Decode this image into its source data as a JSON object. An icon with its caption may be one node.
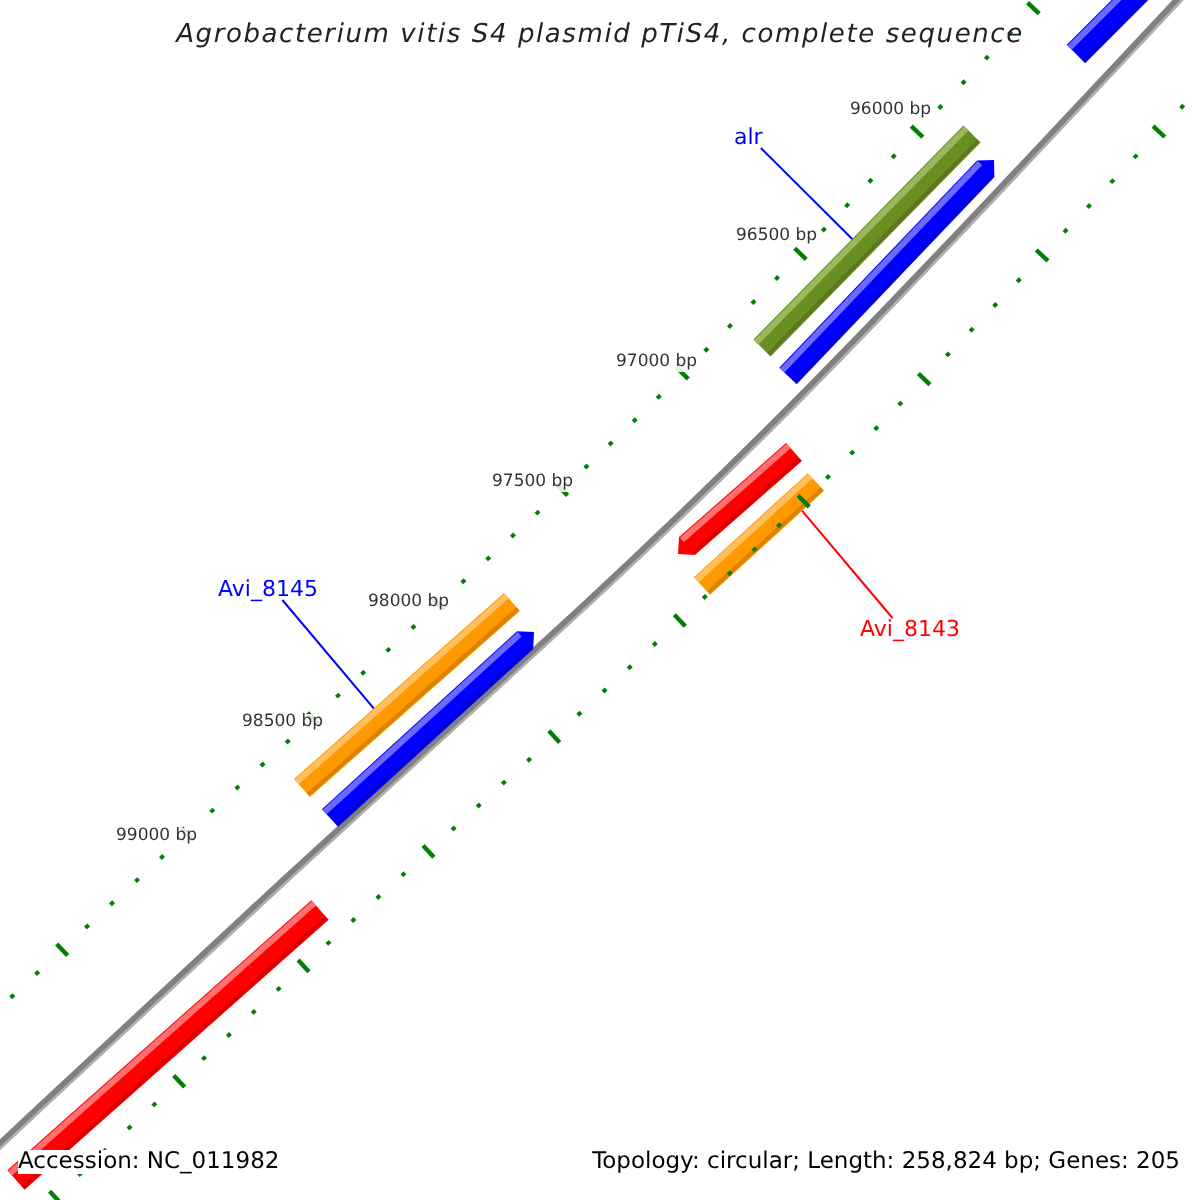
{
  "diagram": {
    "title": "Agrobacterium vitis S4 plasmid pTiS4, complete sequence",
    "nodes": [
      {
        "text": [],
        "shape": "bar"
      },
      {
        "text": [
          "alr"
        ]
      },
      {
        "text": [],
        "shape": "bar"
      },
      {
        "text": [],
        "shape": "bar"
      },
      {
        "text": [],
        "shape": "bar"
      },
      {
        "text": [],
        "shape": "bar"
      },
      {
        "text": [
          "Avi_8143"
        ]
      },
      {
        "text": [
          "Avi_8145"
        ]
      },
      {
        "text": [],
        "shape": "bar"
      },
      {
        "text": [],
        "shape": "bar"
      },
      {
        "text": [],
        "shape": "bar"
      }
    ],
    "edges": [
      {
        "from": 1,
        "to": 2,
        "arrow": "none",
        "color": "#0000ff"
      },
      {
        "from": 6,
        "to": 5,
        "arrow": "none",
        "color": "#ff0000"
      },
      {
        "from": 7,
        "to": 8,
        "arrow": "none",
        "color": "#0000ff"
      }
    ],
    "labels": [
      "96000 bp",
      "96500 bp",
      "97000 bp",
      "97500 bp",
      "98000 bp",
      "98500 bp",
      "99000 bp",
      "Accession: NC_011982",
      "Topology: circular; Length: 258,824 bp; Genes: 205"
    ]
  }
}
